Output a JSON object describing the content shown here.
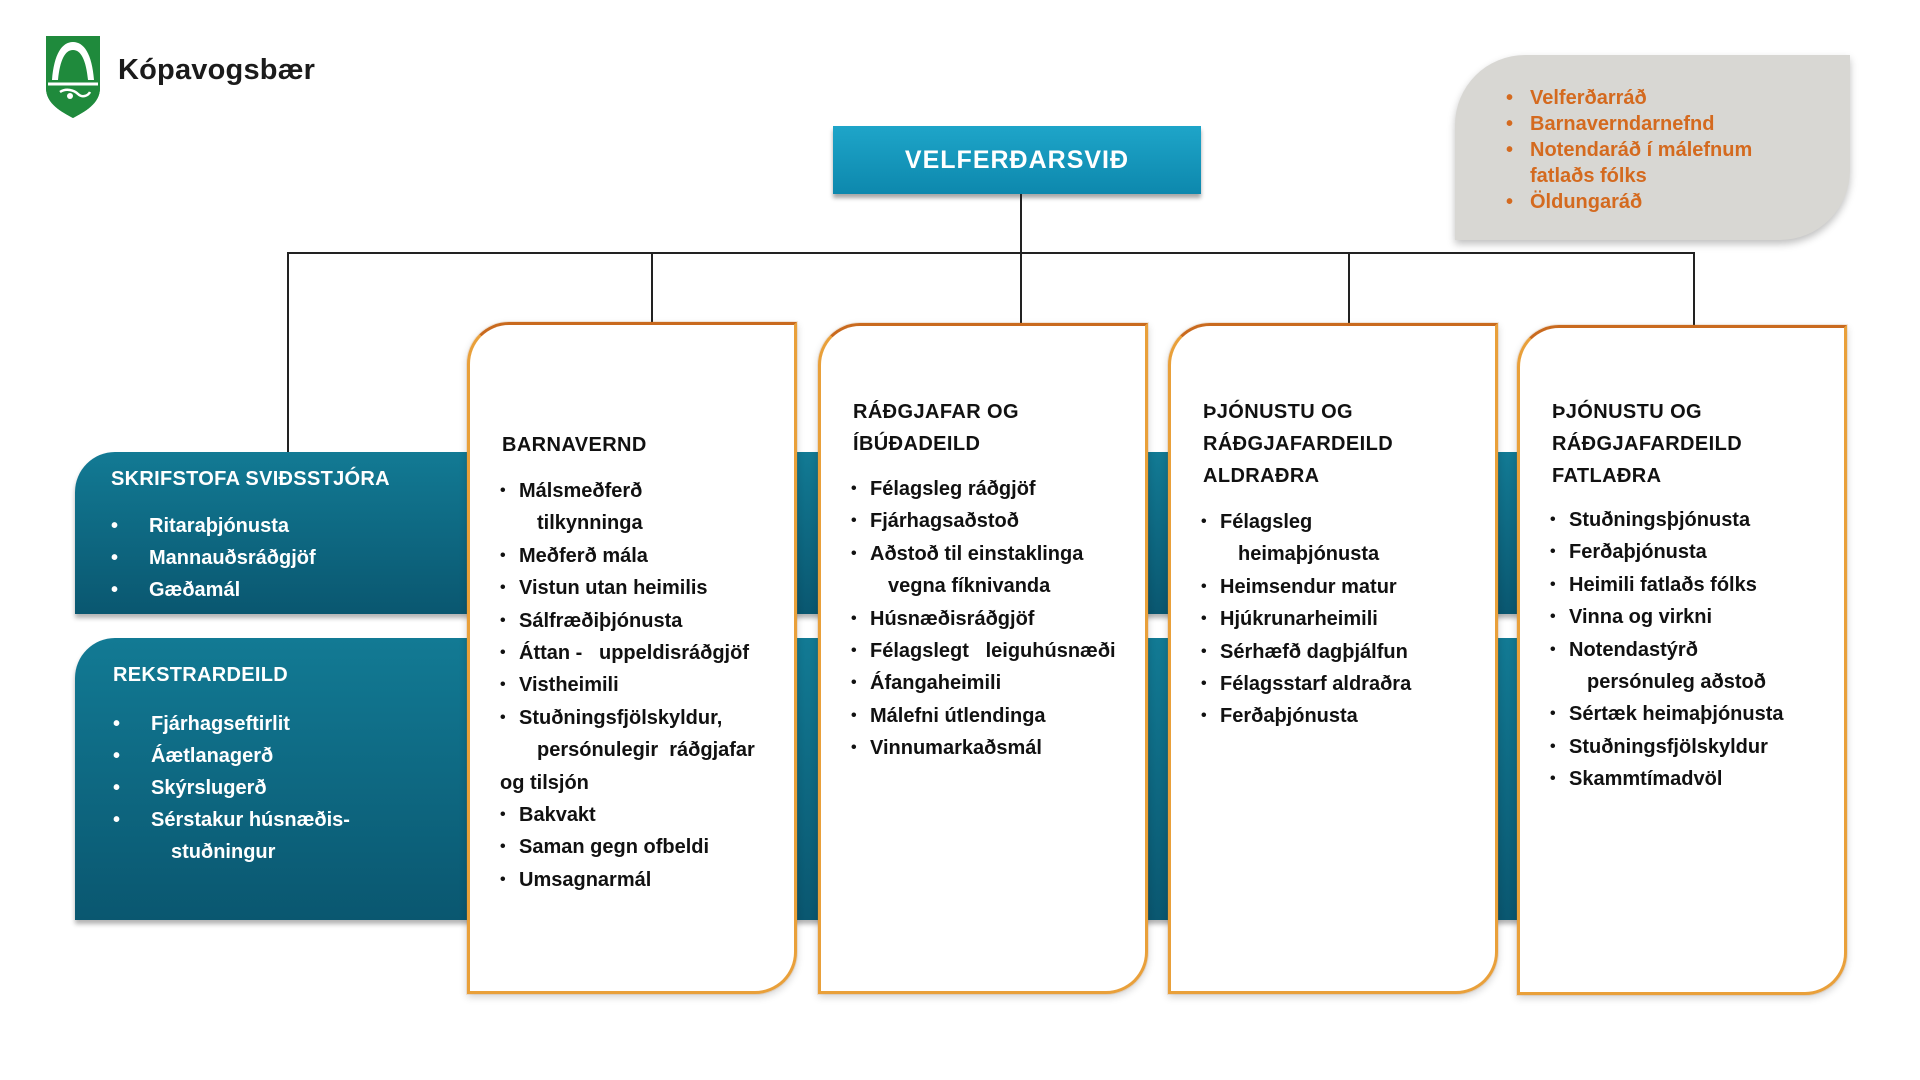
{
  "logo": {
    "name": "Kópavogsbær"
  },
  "top": {
    "title": "VELFERÐARSVIÐ"
  },
  "committees": {
    "items": [
      "Velferðarráð",
      "Barnaverndarnefnd",
      "Notendaráð í málefnum",
      "fatlaðs fólks",
      "Öldungaráð"
    ]
  },
  "office": {
    "title": "SKRIFSTOFA SVIÐSSTJÓRA",
    "items": [
      "Ritaraþjónusta",
      "Mannauðsráðgjöf",
      "Gæðamál"
    ]
  },
  "operations": {
    "title": "REKSTRARDEILD",
    "items": [
      "Fjárhagseftirlit",
      "Áætlanagerð",
      "Skýrslugerð",
      "Sérstakur húsnæðis-",
      "stuðningur"
    ]
  },
  "child": {
    "title": "BARNAVERND",
    "items": [
      "Málsmeðferð",
      "tilkynninga",
      "Meðferð mála",
      "Vistun utan heimilis",
      "Sálfræðiþjónusta",
      "Áttan -   uppeldisráðgjöf",
      "Vistheimili",
      "Stuðningsfjölskyldur,",
      "persónulegir  ráðgjafar",
      "og tilsjón",
      "Bakvakt",
      "Saman gegn ofbeldi",
      "Umsagnarmál"
    ]
  },
  "counsel": {
    "title_line1": "RÁÐGJAFAR OG",
    "title_line2": "ÍBÚÐADEILD",
    "items": [
      "Félagsleg ráðgjöf",
      "Fjárhagsaðstoð",
      "Aðstoð til einstaklinga",
      "vegna fíknivanda",
      "Húsnæðisráðgjöf",
      "Félagslegt   leiguhúsnæði",
      "Áfangaheimili",
      "Málefni útlendinga",
      "Vinnumarkaðsmál"
    ]
  },
  "elderly": {
    "title_line1": "ÞJÓNUSTU OG",
    "title_line2": "RÁÐGJAFARDEILD",
    "title_line3": "ALDRAÐRA",
    "items": [
      "Félagsleg",
      "heimaþjónusta",
      "Heimsendur matur",
      "Hjúkrunarheimili",
      "Sérhæfð dagþjálfun",
      "Félagsstarf aldraðra",
      "Ferðaþjónusta"
    ]
  },
  "disabled": {
    "title_line1": "ÞJÓNUSTU OG",
    "title_line2": "RÁÐGJAFARDEILD",
    "title_line3": "FATLAÐRA",
    "items": [
      "Stuðningsþjónusta",
      "Ferðaþjónusta",
      "Heimili fatlaðs fólks",
      "Vinna og virkni",
      "Notendastýrð",
      "persónuleg aðstoð",
      "Sértæk heimaþjónusta",
      "Stuðningsfjölskyldur",
      "Skammtímadvöl"
    ]
  },
  "colors": {
    "accent_teal": "#0d88ad",
    "band_teal": "#0a5770",
    "card_border": "#e9a03a",
    "committee_text": "#d46a1f",
    "committee_bg": "#d8d7d3"
  }
}
